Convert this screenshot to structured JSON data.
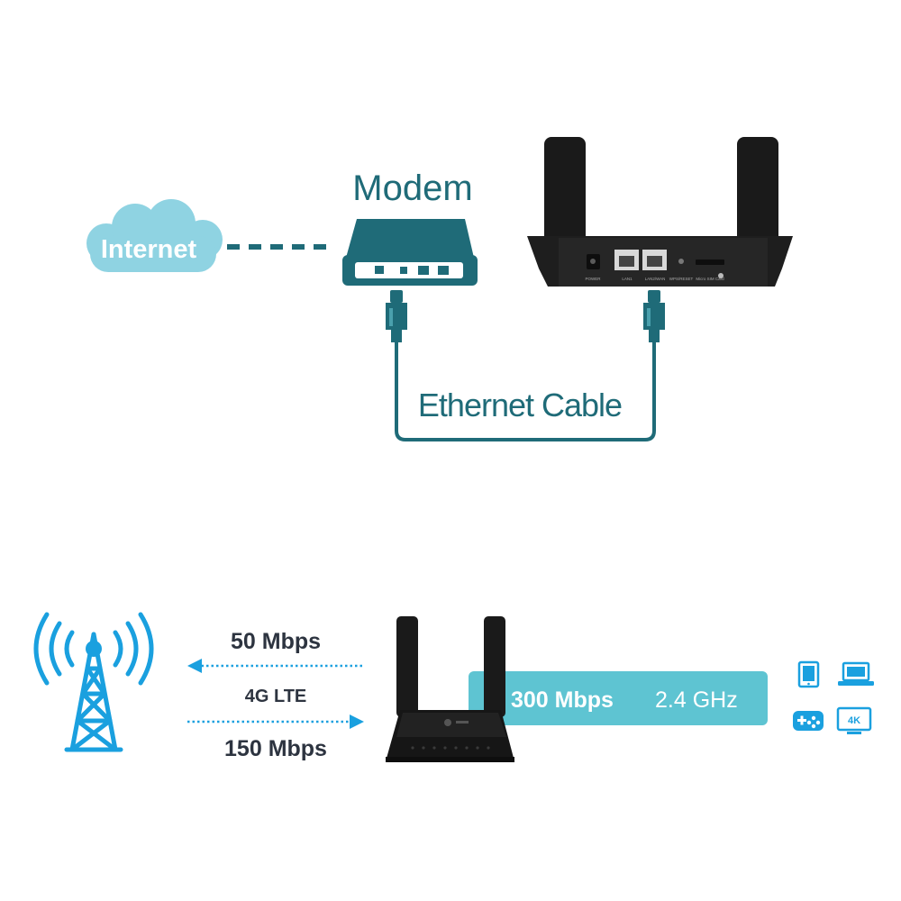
{
  "top": {
    "internet_label": "Internet",
    "modem_label": "Modem",
    "cable_label": "Ethernet Cable",
    "router_ports": [
      "POWER",
      "LAN1",
      "LAN2/WAN",
      "WPS/RESET",
      "Micro SIM Card"
    ]
  },
  "bottom": {
    "upload_speed": "50 Mbps",
    "network_type": "4G LTE",
    "download_speed": "150 Mbps",
    "wifi_speed": "300 Mbps",
    "wifi_band": "2.4 GHz",
    "display_badge": "4K",
    "device_icons": [
      "tablet-icon",
      "laptop-icon",
      "gamepad-icon",
      "tv-4k-icon"
    ]
  },
  "colors": {
    "teal_dark": "#1f6b78",
    "cloud": "#8fd3e2",
    "blue": "#1aa0df",
    "wifi_bar": "#5ec4d2",
    "router": "#1a1a1a",
    "text_dark": "#2d3440"
  }
}
